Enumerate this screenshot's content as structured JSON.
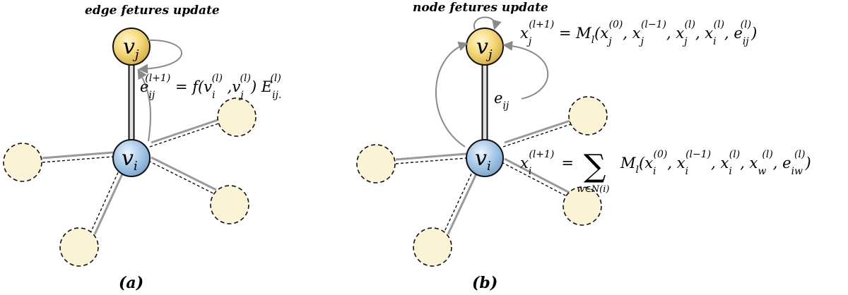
{
  "panel_a": {
    "title": "edge fetures update",
    "caption_open": "(",
    "caption_letter": "a",
    "caption_close": ")",
    "node_j": {
      "base": "v",
      "sub": "j"
    },
    "node_i": {
      "base": "v",
      "sub": "i"
    },
    "equation": {
      "e_base": "e",
      "e_sub": "ij",
      "e_sup": "(l+1)",
      "rhs_start": " = f(v",
      "v1_sub": "i",
      "v1_sup": "(l)",
      "mid": " ,v",
      "v2_sub": "j",
      "v2_sup": "(l)",
      "rhs_end": ") E",
      "E_sub": "ij.",
      "E_sup": "(l)"
    }
  },
  "panel_b": {
    "title": "node fetures update",
    "caption_open": "(",
    "caption_letter": "b",
    "caption_close": ")",
    "node_j": {
      "base": "v",
      "sub": "j"
    },
    "node_i": {
      "base": "v",
      "sub": "i"
    },
    "edge_label": {
      "base": "e",
      "sub": "ij"
    },
    "eq_top": {
      "lhs_base": "x",
      "lhs_sub": "j",
      "lhs_sup": "(l+1)",
      "eq": " = M",
      "M_sub": "l",
      "args": [
        {
          "base": "(x",
          "sub": "j",
          "sup": "(0)"
        },
        {
          "base": ", x",
          "sub": "j",
          "sup": "(l−1)"
        },
        {
          "base": ", x",
          "sub": "j",
          "sup": "(l)"
        },
        {
          "base": ", x",
          "sub": "i",
          "sup": "(l)"
        },
        {
          "base": ", e",
          "sub": "ij",
          "sup": "(l)"
        }
      ],
      "close": ")"
    },
    "eq_bottom": {
      "lhs_base": "x",
      "lhs_sub": "i",
      "lhs_sup": "(l+1)",
      "eq": "=",
      "sum_symbol": "∑",
      "sum_under": "w∈N(i)",
      "M": "M",
      "M_sub": "l",
      "args": [
        {
          "base": "(x",
          "sub": "i",
          "sup": "(0)"
        },
        {
          "base": ", x",
          "sub": "i",
          "sup": "(l−1)"
        },
        {
          "base": ", x",
          "sub": "i",
          "sup": "(l)"
        },
        {
          "base": ", x",
          "sub": "w",
          "sup": "(l)"
        },
        {
          "base": ", e",
          "sub": "iw",
          "sup": "(l)"
        }
      ],
      "close": ")"
    }
  },
  "colors": {
    "node_j_fill": "#f5d97a",
    "node_i_fill": "#a9cbe8",
    "neighbor_fill": "#fbf3d6",
    "arrow": "#8a8a8a",
    "stroke": "#111111"
  }
}
